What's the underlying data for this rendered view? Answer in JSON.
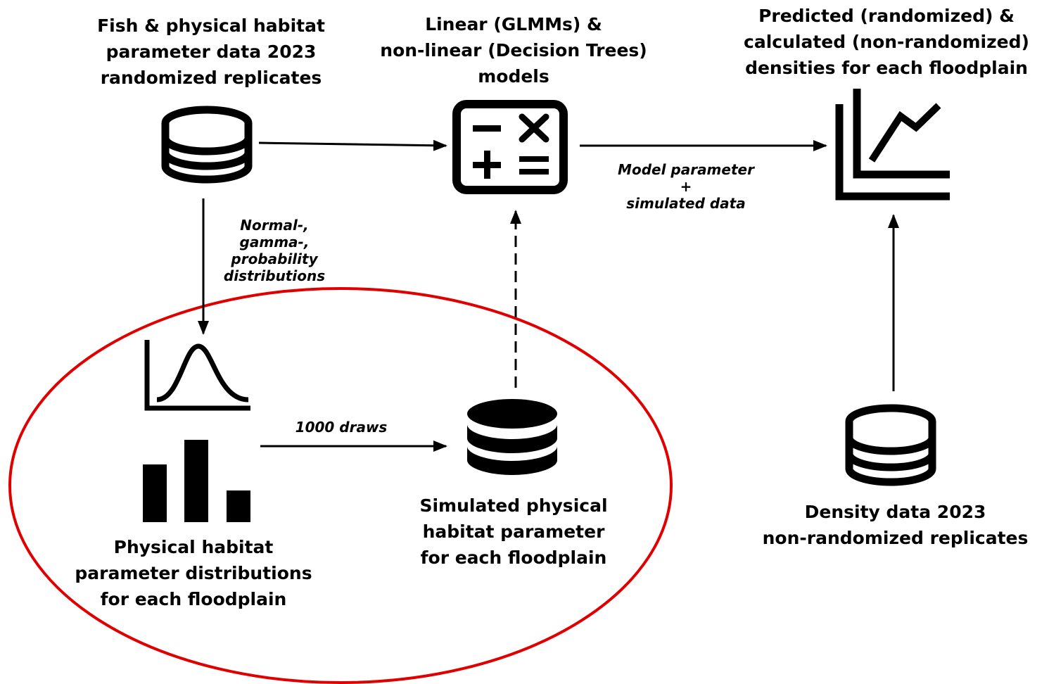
{
  "nodes": {
    "fish_data": {
      "lines": [
        "Fish & physical habitat",
        "parameter data 2023",
        "randomized replicates"
      ],
      "icon": "database-outline-icon"
    },
    "models": {
      "lines": [
        "Linear (GLMMs) &",
        "non-linear (Decision Trees)",
        "models"
      ],
      "icon": "calculator-icon"
    },
    "predicted": {
      "lines": [
        "Predicted (randomized) &",
        "calculated (non-randomized)",
        "densities for each floodplain"
      ],
      "icon": "line-chart-icon"
    },
    "distributions": {
      "lines": [
        "Physical habitat",
        "parameter distributions",
        "for each floodplain"
      ],
      "icons": [
        "bell-curve-icon",
        "bar-chart-icon"
      ]
    },
    "simulated": {
      "lines": [
        "Simulated physical",
        "habitat parameter",
        "for each floodplain"
      ],
      "icon": "database-filled-icon"
    },
    "density": {
      "lines": [
        "Density data 2023",
        "non-randomized replicates"
      ],
      "icon": "database-outline-icon"
    }
  },
  "edges": {
    "distributions_label": [
      "Normal-,",
      "gamma-,",
      "probability",
      "distributions"
    ],
    "draws_label": "1000 draws",
    "model_label": [
      "Model parameter",
      "+",
      "simulated data"
    ]
  },
  "highlight": {
    "shape": "ellipse",
    "color": "#e00000"
  },
  "colors": {
    "ink": "#000000",
    "background": "#ffffff"
  }
}
